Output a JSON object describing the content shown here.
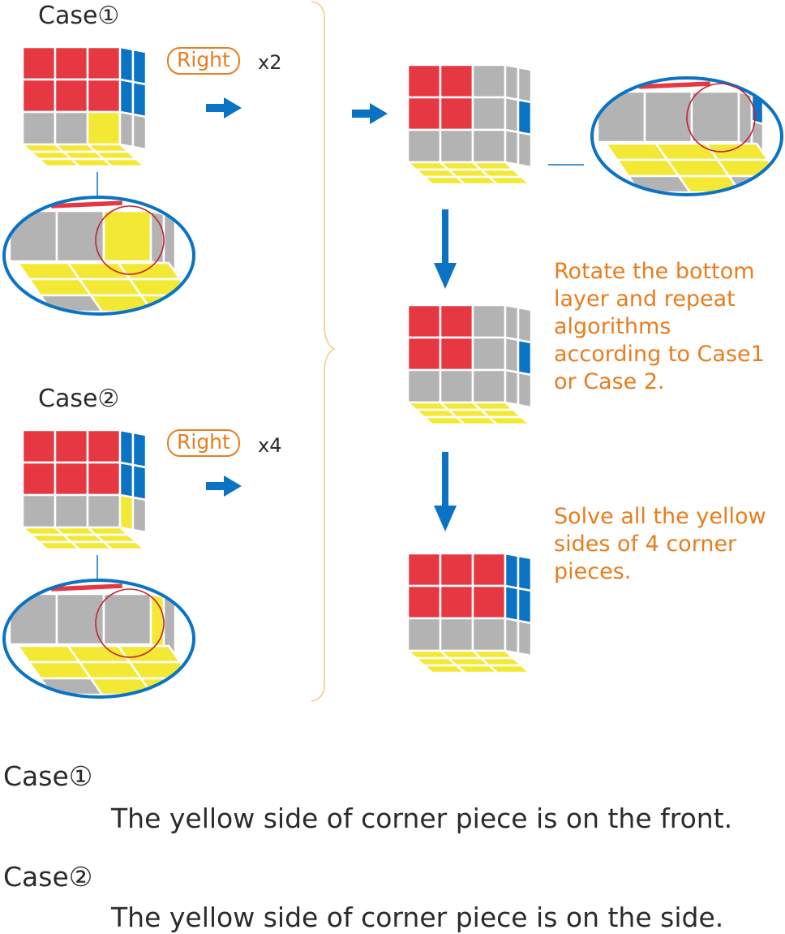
{
  "diagram": {
    "case1": {
      "label": "Case①",
      "move": "Right",
      "repeat": "x2"
    },
    "case2": {
      "label": "Case②",
      "move": "Right",
      "repeat": "x4"
    },
    "notes": {
      "step_rotate": "Rotate the bottom layer and repeat algorithms according to Case1 or Case 2.",
      "step_solved": "Solve all the yellow sides of 4 corner pieces."
    }
  },
  "legend": {
    "case1": {
      "title": "Case①",
      "description": "The yellow side of corner piece is on the front."
    },
    "case2": {
      "title": "Case②",
      "description": "The yellow side of corner piece is on the side."
    }
  },
  "colors": {
    "red": "#e63843",
    "blue": "#0a73c4",
    "yellow": "#f3e834",
    "gray": "#b3b3b3",
    "accent_orange": "#e87d1e",
    "arrow_blue": "#0a73c4",
    "highlight_circle": "#c8202c"
  }
}
